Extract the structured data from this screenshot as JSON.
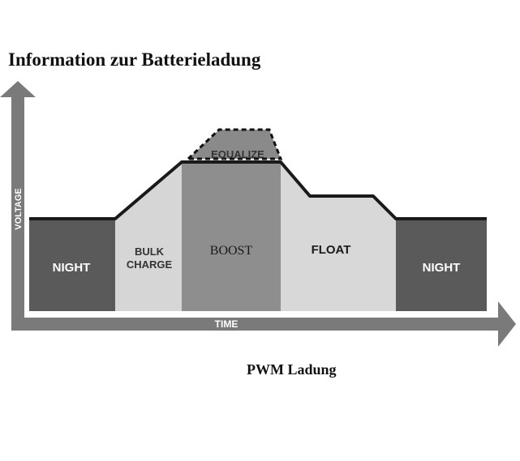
{
  "title": "Information zur Batterieladung",
  "caption": "PWM Ladung",
  "diagram": {
    "axis": {
      "y_label": "VOLTAGE",
      "x_label": "TIME"
    },
    "phases": {
      "night_left": "NIGHT",
      "bulk_line1": "BULK",
      "bulk_line2": "CHARGE",
      "boost": "BOOST",
      "equalize": "EQUALIZE",
      "float": "FLOAT",
      "night_right": "NIGHT"
    },
    "colors": {
      "night": "#5a5a5a",
      "bulk": "#d6d6d6",
      "boost": "#8e8e8e",
      "float": "#d8d8d8",
      "axis": "#7a7a7a",
      "line": "#1a1a1a"
    }
  }
}
